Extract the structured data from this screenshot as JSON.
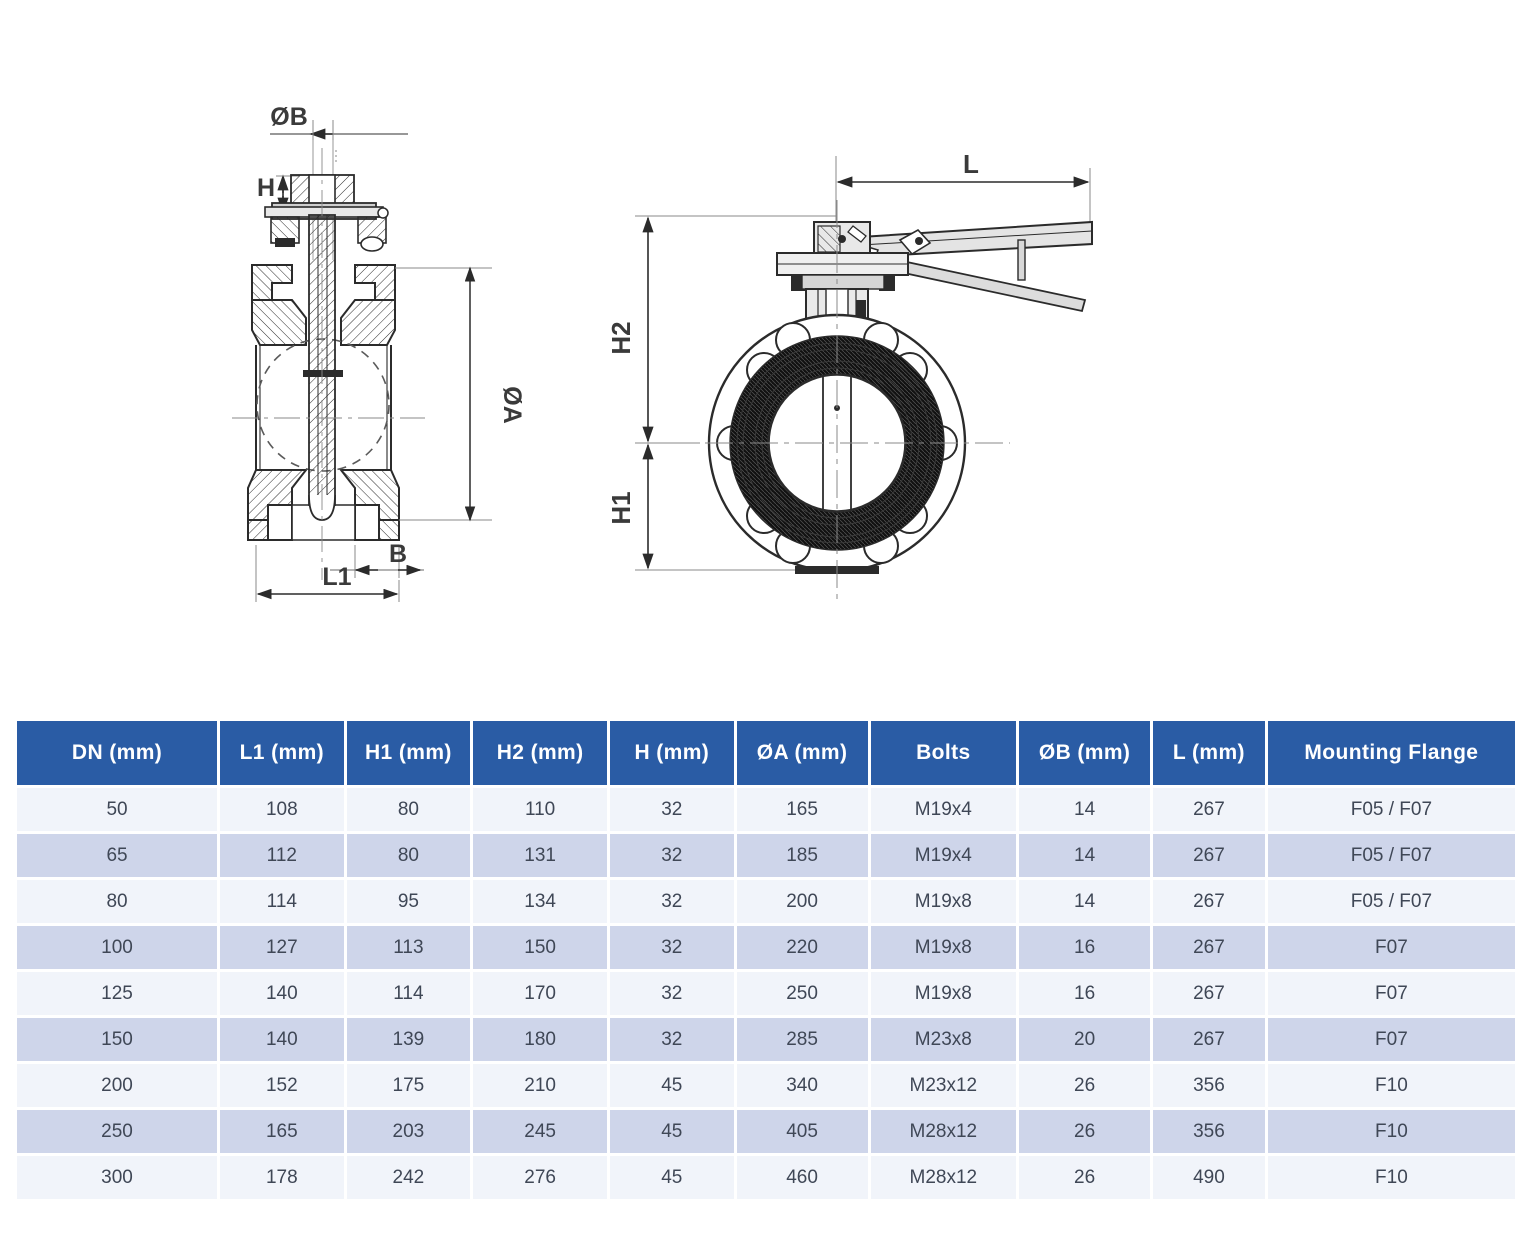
{
  "drawing": {
    "section_view": {
      "name": "butterfly-valve-section-view",
      "labels": {
        "diameter_b": "ØB",
        "h": "H",
        "diameter_a": "ØA",
        "b": "B",
        "l1": "L1"
      }
    },
    "front_view": {
      "name": "butterfly-valve-front-view-with-lever",
      "labels": {
        "l": "L",
        "h2": "H2",
        "h1": "H1"
      }
    }
  },
  "table": {
    "headers": [
      "DN (mm)",
      "L1 (mm)",
      "H1 (mm)",
      "H2 (mm)",
      "H (mm)",
      "ØA (mm)",
      "Bolts",
      "ØB (mm)",
      "L (mm)",
      "Mounting Flange"
    ],
    "rows": [
      [
        "50",
        "108",
        "80",
        "110",
        "32",
        "165",
        "M19x4",
        "14",
        "267",
        "F05 / F07"
      ],
      [
        "65",
        "112",
        "80",
        "131",
        "32",
        "185",
        "M19x4",
        "14",
        "267",
        "F05 / F07"
      ],
      [
        "80",
        "114",
        "95",
        "134",
        "32",
        "200",
        "M19x8",
        "14",
        "267",
        "F05 / F07"
      ],
      [
        "100",
        "127",
        "113",
        "150",
        "32",
        "220",
        "M19x8",
        "16",
        "267",
        "F07"
      ],
      [
        "125",
        "140",
        "114",
        "170",
        "32",
        "250",
        "M19x8",
        "16",
        "267",
        "F07"
      ],
      [
        "150",
        "140",
        "139",
        "180",
        "32",
        "285",
        "M23x8",
        "20",
        "267",
        "F07"
      ],
      [
        "200",
        "152",
        "175",
        "210",
        "45",
        "340",
        "M23x12",
        "26",
        "356",
        "F10"
      ],
      [
        "250",
        "165",
        "203",
        "245",
        "45",
        "405",
        "M28x12",
        "26",
        "356",
        "F10"
      ],
      [
        "300",
        "178",
        "242",
        "276",
        "45",
        "460",
        "M28x12",
        "26",
        "490",
        "F10"
      ]
    ]
  },
  "colors": {
    "header_bg": "#2a5ca5",
    "row_light": "#f1f4fa",
    "row_dark": "#ced5ea",
    "text": "#3f4756",
    "line": "#2b2b2b"
  }
}
